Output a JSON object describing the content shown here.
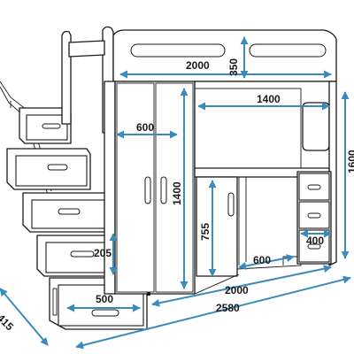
{
  "colors": {
    "dimension_arrow": "#3a8bbd",
    "outline": "#1a1a1a",
    "background": "#ffffff"
  },
  "dimensions": {
    "ladder_rail_height": "350",
    "bed_length": "2000",
    "desk_width": "1400",
    "wardrobe_depth": "600",
    "wardrobe_height": "1400",
    "right_height": "1600",
    "desk_height": "755",
    "step_height": "205",
    "drawer_height": "400",
    "desk_depth": "600",
    "base_length": "2000",
    "step_depth": "500",
    "total_length": "2580",
    "stairs_width": "415"
  }
}
